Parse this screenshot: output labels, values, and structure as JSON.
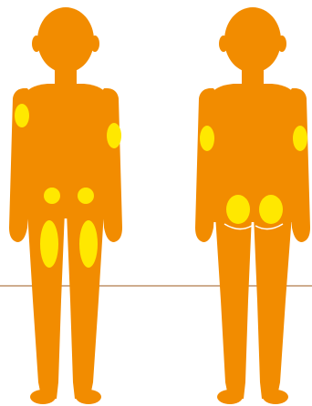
{
  "colors": {
    "background": "#ffffff",
    "body": "#f28c00",
    "site": "#ffe800",
    "guide_line": "#b07a4a",
    "crease": "#ffffff"
  },
  "figures": [
    {
      "view": "front",
      "sites": [
        "left-upper-arm",
        "right-upper-arm",
        "left-abdomen",
        "right-abdomen",
        "left-thigh",
        "right-thigh"
      ]
    },
    {
      "view": "back",
      "sites": [
        "left-upper-arm",
        "right-upper-arm",
        "left-buttock",
        "right-buttock"
      ]
    }
  ]
}
